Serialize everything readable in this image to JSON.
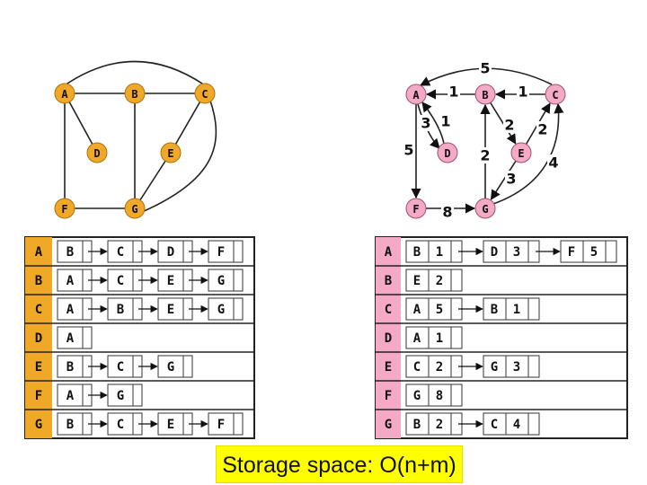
{
  "colors": {
    "undirected_node": "#f0a828",
    "directed_node": "#f4a9c4",
    "undirected_header": "#f0a828",
    "directed_header": "#f4a9c4",
    "caption_bg": "#ffff00"
  },
  "undirected_graph": {
    "nodes": [
      "A",
      "B",
      "C",
      "D",
      "E",
      "F",
      "G"
    ],
    "edges": [
      [
        "A",
        "C"
      ],
      [
        "A",
        "B"
      ],
      [
        "B",
        "C"
      ],
      [
        "A",
        "D"
      ],
      [
        "A",
        "F"
      ],
      [
        "B",
        "G"
      ],
      [
        "C",
        "E"
      ],
      [
        "C",
        "G"
      ],
      [
        "E",
        "G"
      ],
      [
        "F",
        "G"
      ]
    ]
  },
  "directed_graph": {
    "nodes": [
      "A",
      "B",
      "C",
      "D",
      "E",
      "F",
      "G"
    ],
    "edges": [
      {
        "from": "C",
        "to": "A",
        "weight": "5"
      },
      {
        "from": "B",
        "to": "A",
        "weight": "1"
      },
      {
        "from": "C",
        "to": "B",
        "weight": "1"
      },
      {
        "from": "A",
        "to": "D",
        "weight": "3"
      },
      {
        "from": "D",
        "to": "A",
        "weight": "1"
      },
      {
        "from": "A",
        "to": "F",
        "weight": "5"
      },
      {
        "from": "B",
        "to": "E",
        "weight": "2"
      },
      {
        "from": "E",
        "to": "C",
        "weight": "2"
      },
      {
        "from": "G",
        "to": "B",
        "weight": "2"
      },
      {
        "from": "E",
        "to": "G",
        "weight": "3"
      },
      {
        "from": "G",
        "to": "C",
        "weight": "4"
      },
      {
        "from": "F",
        "to": "G",
        "weight": "8"
      }
    ]
  },
  "undirected_list": [
    {
      "head": "A",
      "items": [
        [
          "B"
        ],
        [
          "C"
        ],
        [
          "D"
        ],
        [
          "F"
        ]
      ]
    },
    {
      "head": "B",
      "items": [
        [
          "A"
        ],
        [
          "C"
        ],
        [
          "E"
        ],
        [
          "G"
        ]
      ]
    },
    {
      "head": "C",
      "items": [
        [
          "A"
        ],
        [
          "B"
        ],
        [
          "E"
        ],
        [
          "G"
        ]
      ]
    },
    {
      "head": "D",
      "items": [
        [
          "A"
        ]
      ]
    },
    {
      "head": "E",
      "items": [
        [
          "B"
        ],
        [
          "C"
        ],
        [
          "G"
        ]
      ]
    },
    {
      "head": "F",
      "items": [
        [
          "A"
        ],
        [
          "G"
        ]
      ]
    },
    {
      "head": "G",
      "items": [
        [
          "B"
        ],
        [
          "C"
        ],
        [
          "E"
        ],
        [
          "F"
        ]
      ]
    }
  ],
  "directed_list": [
    {
      "head": "A",
      "items": [
        [
          "B",
          "1"
        ],
        [
          "D",
          "3"
        ],
        [
          "F",
          "5"
        ]
      ]
    },
    {
      "head": "B",
      "items": [
        [
          "E",
          "2"
        ]
      ]
    },
    {
      "head": "C",
      "items": [
        [
          "A",
          "5"
        ],
        [
          "B",
          "1"
        ]
      ]
    },
    {
      "head": "D",
      "items": [
        [
          "A",
          "1"
        ]
      ]
    },
    {
      "head": "E",
      "items": [
        [
          "C",
          "2"
        ],
        [
          "G",
          "3"
        ]
      ]
    },
    {
      "head": "F",
      "items": [
        [
          "G",
          "8"
        ]
      ]
    },
    {
      "head": "G",
      "items": [
        [
          "B",
          "2"
        ],
        [
          "C",
          "4"
        ]
      ]
    }
  ],
  "caption": "Storage space: O(n+m)"
}
